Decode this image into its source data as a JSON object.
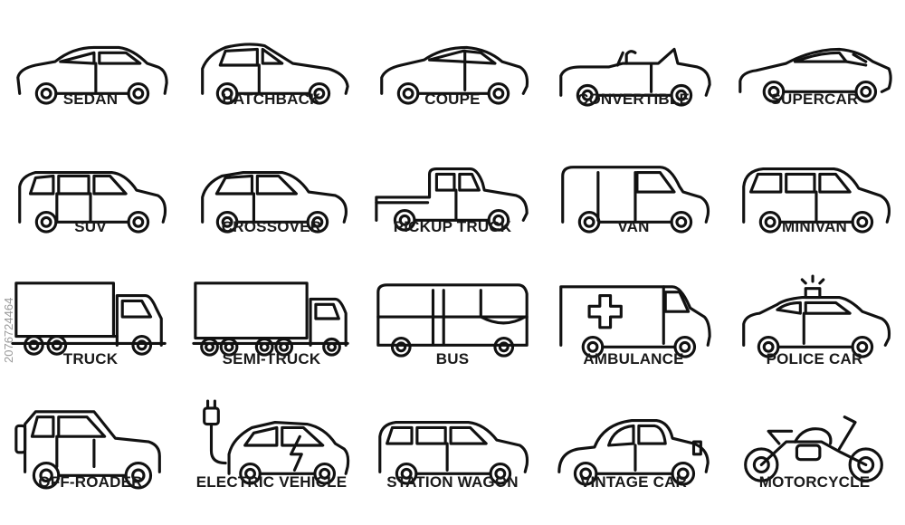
{
  "icons": [
    {
      "label": "SEDAN",
      "icon": "sedan-icon"
    },
    {
      "label": "HATCHBACK",
      "icon": "hatchback-icon"
    },
    {
      "label": "COUPE",
      "icon": "coupe-icon"
    },
    {
      "label": "CONVERTIBLE",
      "icon": "convertible-icon"
    },
    {
      "label": "SUPERCAR",
      "icon": "supercar-icon"
    },
    {
      "label": "SUV",
      "icon": "suv-icon"
    },
    {
      "label": "CROSSOVER",
      "icon": "crossover-icon"
    },
    {
      "label": "PICKUP TRUCK",
      "icon": "pickup-truck-icon"
    },
    {
      "label": "VAN",
      "icon": "van-icon"
    },
    {
      "label": "MINIVAN",
      "icon": "minivan-icon"
    },
    {
      "label": "TRUCK",
      "icon": "truck-icon"
    },
    {
      "label": "SEMI-TRUCK",
      "icon": "semi-truck-icon"
    },
    {
      "label": "BUS",
      "icon": "bus-icon"
    },
    {
      "label": "AMBULANCE",
      "icon": "ambulance-icon"
    },
    {
      "label": "POLICE CAR",
      "icon": "police-car-icon"
    },
    {
      "label": "OFF-ROADER",
      "icon": "off-roader-icon"
    },
    {
      "label": "ELECTRIC VEHICLE",
      "icon": "electric-vehicle-icon"
    },
    {
      "label": "STATION WAGON",
      "icon": "station-wagon-icon"
    },
    {
      "label": "VINTAGE CAR",
      "icon": "vintage-car-icon"
    },
    {
      "label": "MOTORCYCLE",
      "icon": "motorcycle-icon"
    }
  ],
  "watermark_id": "2076724464",
  "colors": {
    "stroke": "#111111",
    "text": "#1a1a1a",
    "background": "#ffffff"
  }
}
